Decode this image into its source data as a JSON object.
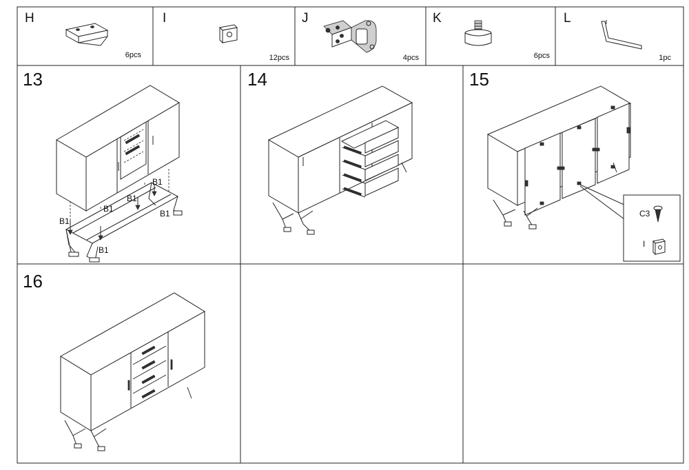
{
  "parts": [
    {
      "letter": "H",
      "qty": "6pcs",
      "icon": "bracket-icon"
    },
    {
      "letter": "I",
      "qty": "12pcs",
      "icon": "plug-icon"
    },
    {
      "letter": "J",
      "qty": "4pcs",
      "icon": "hinge-icon"
    },
    {
      "letter": "K",
      "qty": "6pcs",
      "icon": "adjustable-foot-icon"
    },
    {
      "letter": "L",
      "qty": "1pc",
      "icon": "hex-key-icon"
    }
  ],
  "steps": [
    {
      "number": "13",
      "callouts": [
        "B1",
        "B1",
        "B1",
        "B1",
        "B1",
        "B1"
      ]
    },
    {
      "number": "14"
    },
    {
      "number": "15",
      "callouts": [
        "C3",
        "I"
      ]
    },
    {
      "number": "16"
    }
  ]
}
